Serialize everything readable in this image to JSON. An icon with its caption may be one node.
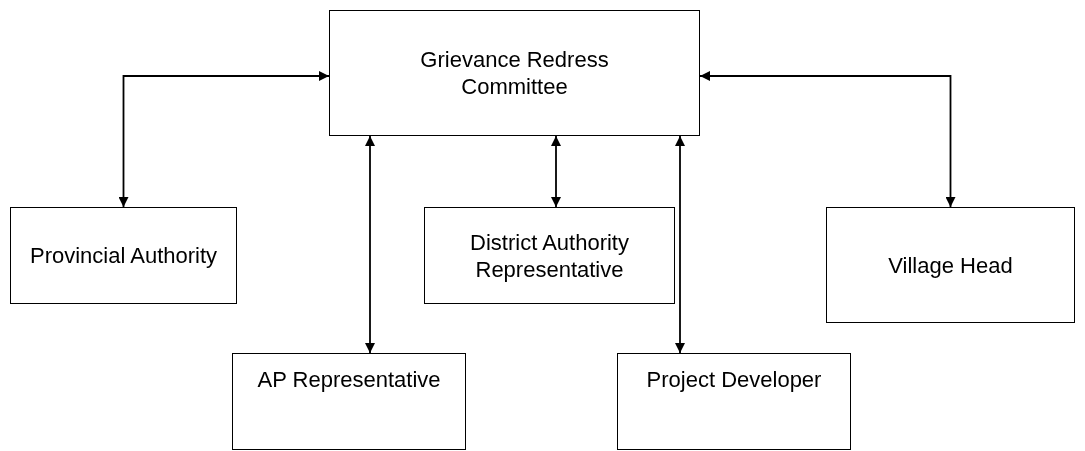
{
  "diagram": {
    "nodes": [
      {
        "text": [
          "Grievance Redress Committee"
        ]
      },
      {
        "text": [
          "Provincial Authority"
        ]
      },
      {
        "text": [
          "District Authority Representative"
        ]
      },
      {
        "text": [
          "Village Head"
        ]
      },
      {
        "text": [
          "AP Representative"
        ]
      },
      {
        "text": [
          "Project Developer"
        ]
      }
    ],
    "edges": [
      {
        "from": 0,
        "to": 1,
        "arrow": "both"
      },
      {
        "from": 0,
        "to": 4,
        "arrow": "both"
      },
      {
        "from": 0,
        "to": 2,
        "arrow": "both"
      },
      {
        "from": 0,
        "to": 5,
        "arrow": "both"
      },
      {
        "from": 0,
        "to": 3,
        "arrow": "both"
      }
    ]
  }
}
